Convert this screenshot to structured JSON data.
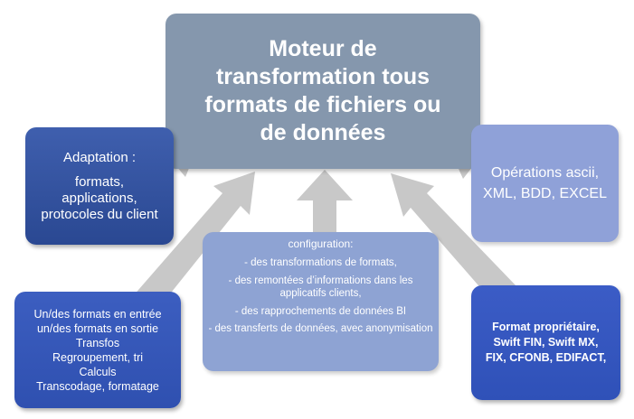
{
  "center": {
    "lines": [
      "Moteur de",
      "transformation tous",
      "formats de fichiers ou",
      "de données"
    ]
  },
  "adaptation": {
    "heading": "Adaptation :",
    "lines": [
      "formats,",
      "applications,",
      "protocoles du client"
    ]
  },
  "operations": {
    "lines": [
      "Opérations ascii,",
      "XML, BDD, EXCEL"
    ]
  },
  "configuration": {
    "heading": "configuration:",
    "lines": [
      "- des transformations de formats,",
      "- des remontées d’informations dans les applicatifs clients,",
      "- des rapprochements de données BI",
      "- des transferts de données, avec anonymisation"
    ]
  },
  "io_formats": {
    "lines": [
      "Un/des formats en entrée",
      "un/des formats en sortie",
      "Transfos",
      "Regroupement, tri",
      "Calculs",
      "Transcodage, formatage"
    ]
  },
  "proprietary": {
    "lines": [
      "Format propriétaire,",
      "Swift FIN, Swift MX,",
      "FIX, CFONB, EDIFACT,"
    ]
  },
  "colors": {
    "arrow": "#c8c8c8",
    "center_fill": "#8597ad",
    "dark_blue": "#2f50b0",
    "light_blue": "#8ea3d3"
  }
}
